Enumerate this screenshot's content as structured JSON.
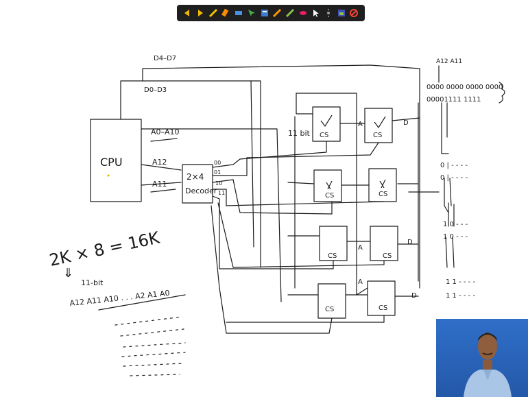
{
  "toolbar": {
    "tools": [
      {
        "name": "prev-page-icon",
        "color": "#f2b705"
      },
      {
        "name": "next-page-icon",
        "color": "#f2b705"
      },
      {
        "name": "pen-icon",
        "color": "#f2c200"
      },
      {
        "name": "highlighter-icon",
        "color": "#ff8c00"
      },
      {
        "name": "eraser-icon",
        "color": "#4a90e2"
      },
      {
        "name": "select-icon",
        "color": "#4caf50"
      },
      {
        "name": "text-icon",
        "color": "#9c27b0"
      },
      {
        "name": "shape-icon",
        "color": "#ff9800"
      },
      {
        "name": "color-icon",
        "color": "#8bc34a"
      },
      {
        "name": "stroke-icon",
        "color": "#e91e63"
      },
      {
        "name": "pointer-icon",
        "color": "#ffffff"
      },
      {
        "name": "laser-icon",
        "color": "#9e9e9e"
      },
      {
        "name": "image-icon",
        "color": "#3f51b5"
      },
      {
        "name": "clear-icon",
        "color": "#f44336"
      }
    ]
  },
  "diagram": {
    "cpu_label": "CPU",
    "decoder_label_1": "2×4",
    "decoder_label_2": "Decoder",
    "bus_data_hi": "D4–D7",
    "bus_data_lo": "D0–D3",
    "addr_bus": "A0–A10",
    "addr_a12": "A12",
    "addr_a11": "A11",
    "bits_11": "11 bit",
    "dec_out_00": "00",
    "dec_out_01": "01",
    "dec_out_10": "10",
    "dec_out_11": "11",
    "cs": "CS",
    "mark_a": "A",
    "mark_d": "D",
    "memory_eq": "2K × 8 = 16K",
    "arrow_down": "⇓",
    "bit11": "11-bit",
    "addr_header": "A12 A11 A10 . . .   A2  A1  A0",
    "table_header_right": "A12 A11",
    "table_rows_right_1": "0000 0000 0000 0000",
    "table_rows_right_2": "00001111 1111",
    "right_col_1": "0 | - - - -",
    "right_col_2": "0 | - - - -",
    "right_col_3": "1 0 - - -",
    "right_col_4": "1 0 - - -",
    "right_col_5": "1 1 - - - -",
    "right_col_6": "1 1 - - - -"
  },
  "video": {
    "bg": "#2b63b8"
  }
}
